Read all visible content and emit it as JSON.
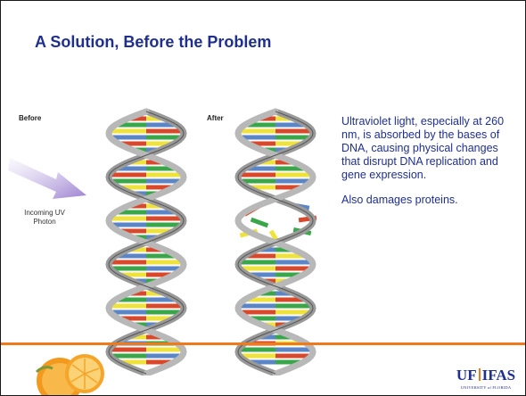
{
  "slide": {
    "title": "A Solution, Before the Problem",
    "figure": {
      "label_before": "Before",
      "label_after": "After",
      "label_uv": "Incoming UV Photon"
    },
    "body": {
      "paragraph1": "Ultraviolet light, especially at 260 nm, is absorbed by the bases of DNA, causing physical changes that disrupt DNA replication and gene expression.",
      "paragraph2": "Also damages proteins."
    },
    "footer": {
      "logo_main_left": "UF",
      "logo_main_right": "IFAS",
      "logo_sub": "UNIVERSITY of FLORIDA",
      "accent_color": "#f07a1a"
    }
  },
  "colors": {
    "title": "#1f2f8f",
    "body_text": "#1f2f8f",
    "divider": "#f07a1a",
    "base_red": "#d9482b",
    "base_green": "#3aa64a",
    "base_yellow": "#efe23a",
    "base_blue": "#5a86c8",
    "strand": "#9a9a9a"
  }
}
